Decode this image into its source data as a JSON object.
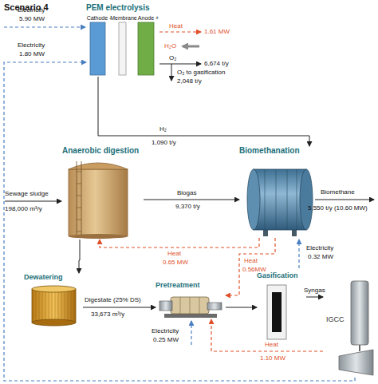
{
  "diagram": {
    "title": "Scenario 4",
    "nodes": [
      {
        "text": [
          "PEM electrolysis"
        ]
      },
      {
        "text": [
          "Cathode -"
        ],
        "in": 0
      },
      {
        "text": [
          "Membrane"
        ],
        "in": 0
      },
      {
        "text": [
          "Anode +"
        ],
        "in": 0
      },
      {
        "text": [
          "Anaerobic digestion"
        ]
      },
      {
        "text": [
          "Biomethanation"
        ]
      },
      {
        "text": [
          "Dewatering"
        ]
      },
      {
        "text": [
          "Pretreatment"
        ]
      },
      {
        "text": [
          "Gasification"
        ]
      },
      {
        "text": [
          "IGCC"
        ]
      }
    ],
    "edges": [
      {
        "from": 0,
        "to": 5,
        "arrow": "to"
      },
      {
        "from": 4,
        "to": 5,
        "arrow": "to"
      },
      {
        "from": 5,
        "to": 4,
        "arrow": "to"
      },
      {
        "from": 5,
        "to": 7,
        "arrow": "to"
      },
      {
        "from": 4,
        "to": 6,
        "arrow": "to"
      },
      {
        "from": 6,
        "to": 7,
        "arrow": "to"
      },
      {
        "from": 7,
        "to": 8,
        "arrow": "to"
      },
      {
        "from": 8,
        "to": 9,
        "arrow": "to"
      },
      {
        "from": 9,
        "to": 7,
        "arrow": "to"
      },
      {
        "from": 9,
        "to": 0,
        "arrow": "to"
      }
    ],
    "labels": [
      "Electricity",
      "5.90 MW",
      "Electricity",
      "1.80 MW",
      "Heat",
      "1.61 MW",
      "H₂O",
      "O₂",
      "6,674 t/y",
      "O₂ to gasification",
      "2,048 t/y",
      "H₂",
      "1,090 t/y",
      "Sewage sludge",
      "198,000 m³/y",
      "Biogas",
      "9,370 t/y",
      "Biomethane",
      "5,550 t/y (10.60 MW)",
      "Heat",
      "0.65 MW",
      "Heat",
      "0.56MW",
      "Electricity",
      "0.32 MW",
      "Digestate (25% DS)",
      "33,673 m³/y",
      "Electricity",
      "0.25 MW",
      "Heat",
      "1.10 MW",
      "Syngas"
    ]
  }
}
